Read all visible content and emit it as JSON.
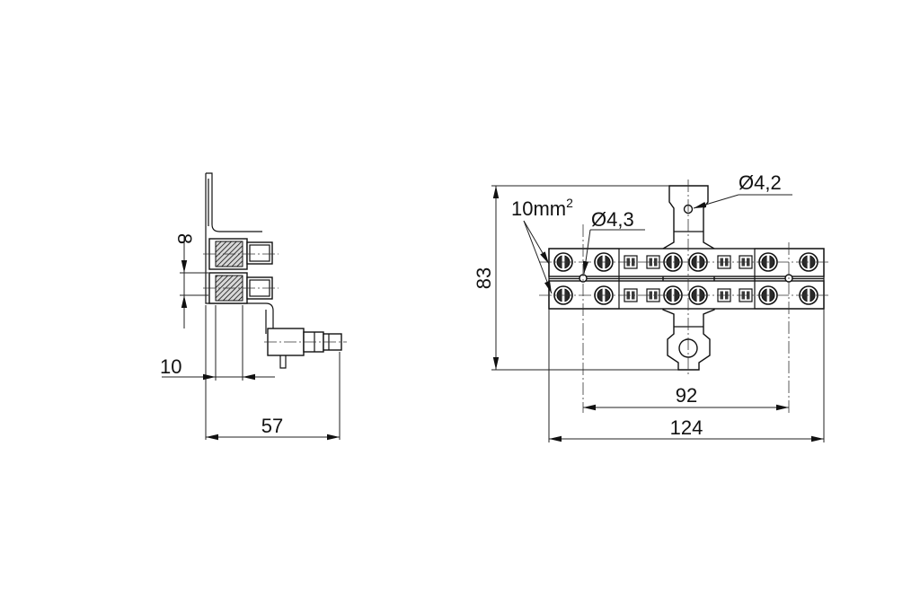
{
  "side_view": {
    "dim_height": "8",
    "dim_depth": "10",
    "dim_width": "57"
  },
  "front_view": {
    "dim_height": "83",
    "dim_spacing": "92",
    "dim_length": "124",
    "label_cross_section": "10mm",
    "label_cross_section_sup": "2",
    "label_hole_small": "Ø4,3",
    "label_hole_large": "Ø4,2"
  }
}
